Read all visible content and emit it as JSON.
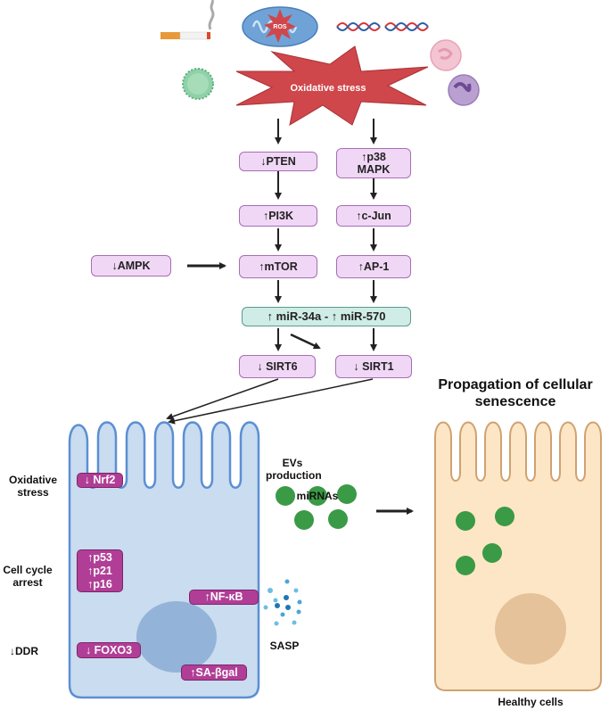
{
  "figure": {
    "stressor_icons": [
      "cigarette-icon",
      "mitochondrion-icon",
      "dna-icon",
      "lymphocyte-icon",
      "eosinophil-icon",
      "neutrophil-icon"
    ],
    "ros_label": "ROS",
    "trigger": "Oxidative stress",
    "left_pathway": [
      "↓PTEN",
      "↑PI3K",
      "↑mTOR"
    ],
    "right_pathway": [
      "↑p38 MAPK",
      "↑c-Jun",
      "↑AP-1"
    ],
    "ampk": "↓AMPK",
    "mirna": "↑ miR-34a - ↑ miR-570",
    "sirt6": "↓ SIRT6",
    "sirt1": "↓ SIRT1",
    "senescent_cell": {
      "side_labels": {
        "oxidative_stress": "Oxidative stress",
        "cell_cycle_arrest": "Cell cycle arrest",
        "ddr": "↓DDR"
      },
      "markers": {
        "nrf2": "↓ Nrf2",
        "p53": "↑p53",
        "p21": "↑p21",
        "p16": "↑p16",
        "nfkb": "↑NF-κB",
        "foxo3": "↓ FOXO3",
        "sagal": "↑SA-βgal"
      }
    },
    "evs_label": "EVs production",
    "mirnas_label": "miRNAs",
    "sasp_label": "SASP",
    "propagation_title": "Propagation of cellular senescence",
    "healthy_label": "Healthy cells",
    "colors": {
      "pathway_box": "#f1d7f6",
      "pathway_border": "#a56fb3",
      "mirna_box": "#cfece6",
      "marker": "#b13e96",
      "senescent_cell": "#c9dcf0",
      "senescent_border": "#5b8fd3",
      "healthy_cell": "#fde6c6",
      "healthy_border": "#cfa270",
      "vesicle": "#3a9a45",
      "stress_star": "#cf474b"
    }
  }
}
